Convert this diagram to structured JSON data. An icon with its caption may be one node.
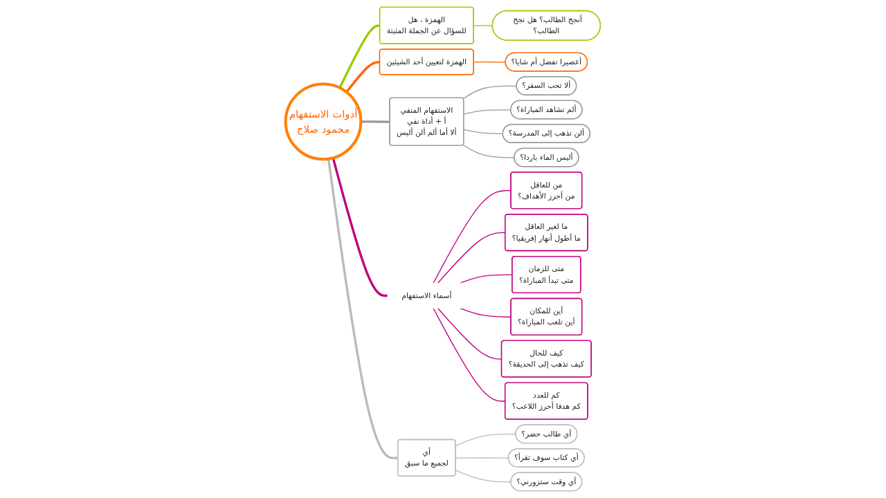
{
  "diagram": {
    "nodes": [
      {
        "text": [
          "أدوات الاستفهام",
          "محمود صلاح"
        ]
      },
      {
        "text": [
          "الهمزة ، هل",
          "للسؤال عن الجملة المثبتة"
        ]
      },
      {
        "text": [
          "أنجح الطالب؟ هل نجح الطالب؟"
        ]
      },
      {
        "text": [
          "الهمزة لتعيين أحد الشيئين"
        ]
      },
      {
        "text": [
          "أعصيرا تفضل أم شايا؟"
        ]
      },
      {
        "text": [
          "الاستفهام المنفي",
          "أ + أداة نفي",
          "ألا أما ألم ألن أليس"
        ]
      },
      {
        "text": [
          "ألا تحب السفر؟"
        ]
      },
      {
        "text": [
          "ألم تشاهد المباراة؟"
        ]
      },
      {
        "text": [
          "ألن تذهب إلى المدرسة؟"
        ]
      },
      {
        "text": [
          "أليس الماء باردا؟"
        ]
      },
      {
        "text": [
          "أسماء الاستفهام"
        ]
      },
      {
        "text": [
          "من للعاقل",
          "من أحرز الأهداف؟"
        ]
      },
      {
        "text": [
          "ما لغير العاقل",
          "ما أطول أنهار إفريقيا؟"
        ]
      },
      {
        "text": [
          "متى للزمان",
          "متى تبدأ المباراة؟"
        ]
      },
      {
        "text": [
          "أين للمكان",
          "أين تلعب المباراة؟"
        ]
      },
      {
        "text": [
          "كيف للحال",
          "كيف تذهب إلى الحديقة؟"
        ]
      },
      {
        "text": [
          "كم للعدد",
          "كم هدفا أحرز اللاعب؟"
        ]
      },
      {
        "text": [
          "أي",
          "لجميع ما سبق"
        ]
      },
      {
        "text": [
          "أي طالب حضر؟"
        ]
      },
      {
        "text": [
          "أي كتاب سوف تقرأ؟"
        ]
      },
      {
        "text": [
          "أي وقت ستزورني؟"
        ]
      }
    ],
    "edges": [
      {
        "from": 0,
        "to": 1,
        "arrow": "none",
        "style": "thick",
        "color": "#99cc00"
      },
      {
        "from": 1,
        "to": 2,
        "arrow": "none",
        "color": "#99cc00"
      },
      {
        "from": 0,
        "to": 3,
        "arrow": "none",
        "style": "thick",
        "color": "#ff6600"
      },
      {
        "from": 3,
        "to": 4,
        "arrow": "none",
        "color": "#ff6600"
      },
      {
        "from": 0,
        "to": 5,
        "arrow": "none",
        "style": "thick",
        "color": "#999999"
      },
      {
        "from": 5,
        "to": 6,
        "arrow": "none",
        "color": "#999999"
      },
      {
        "from": 5,
        "to": 7,
        "arrow": "none",
        "color": "#999999"
      },
      {
        "from": 5,
        "to": 8,
        "arrow": "none",
        "color": "#999999"
      },
      {
        "from": 5,
        "to": 9,
        "arrow": "none",
        "color": "#999999"
      },
      {
        "from": 0,
        "to": 10,
        "arrow": "none",
        "style": "thick",
        "color": "#c0007f"
      },
      {
        "from": 10,
        "to": 11,
        "arrow": "none",
        "color": "#c0007f"
      },
      {
        "from": 10,
        "to": 12,
        "arrow": "none",
        "color": "#c0007f"
      },
      {
        "from": 10,
        "to": 13,
        "arrow": "none",
        "color": "#c0007f"
      },
      {
        "from": 10,
        "to": 14,
        "arrow": "none",
        "color": "#c0007f"
      },
      {
        "from": 10,
        "to": 15,
        "arrow": "none",
        "color": "#c0007f"
      },
      {
        "from": 10,
        "to": 16,
        "arrow": "none",
        "color": "#c0007f"
      },
      {
        "from": 0,
        "to": 17,
        "arrow": "none",
        "style": "thick",
        "color": "#bbbbbb"
      },
      {
        "from": 17,
        "to": 18,
        "arrow": "none",
        "color": "#bbbbbb"
      },
      {
        "from": 17,
        "to": 19,
        "arrow": "none",
        "color": "#bbbbbb"
      },
      {
        "from": 17,
        "to": 20,
        "arrow": "none",
        "color": "#bbbbbb"
      }
    ]
  }
}
